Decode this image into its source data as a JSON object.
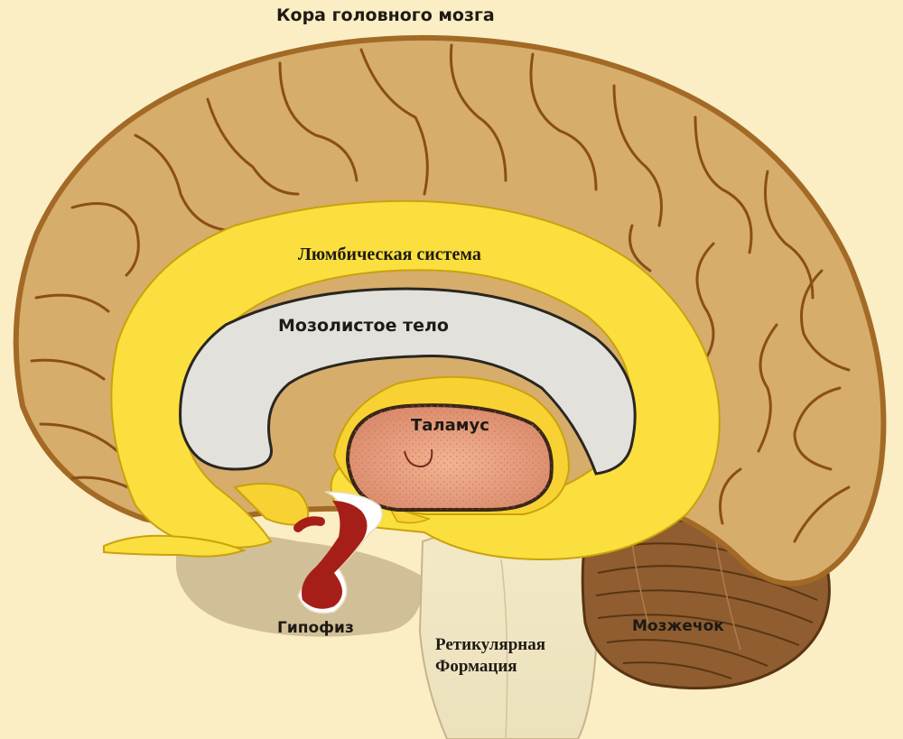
{
  "labels": {
    "cortex": "Кора головного мозга",
    "limbic_system": "Люмбическая система",
    "corpus_callosum": "Мозолистое тело",
    "thalamus": "Таламус",
    "pituitary": "Гипофиз",
    "reticular_line1": "Ретикулярная",
    "reticular_line2": "Формация",
    "cerebellum": "Мозжечок"
  },
  "colors": {
    "background": "#fbedc4",
    "cortex": "#d7ad6c",
    "cortex_outline": "#a36a26",
    "limbic": "#fadf3e",
    "corpus_callosum": "#e2e1dc",
    "thalamus": "#e9a07e",
    "cerebellum": "#8f5d30",
    "brainstem": "#ede3c4",
    "pituitary": "#a51f18"
  }
}
